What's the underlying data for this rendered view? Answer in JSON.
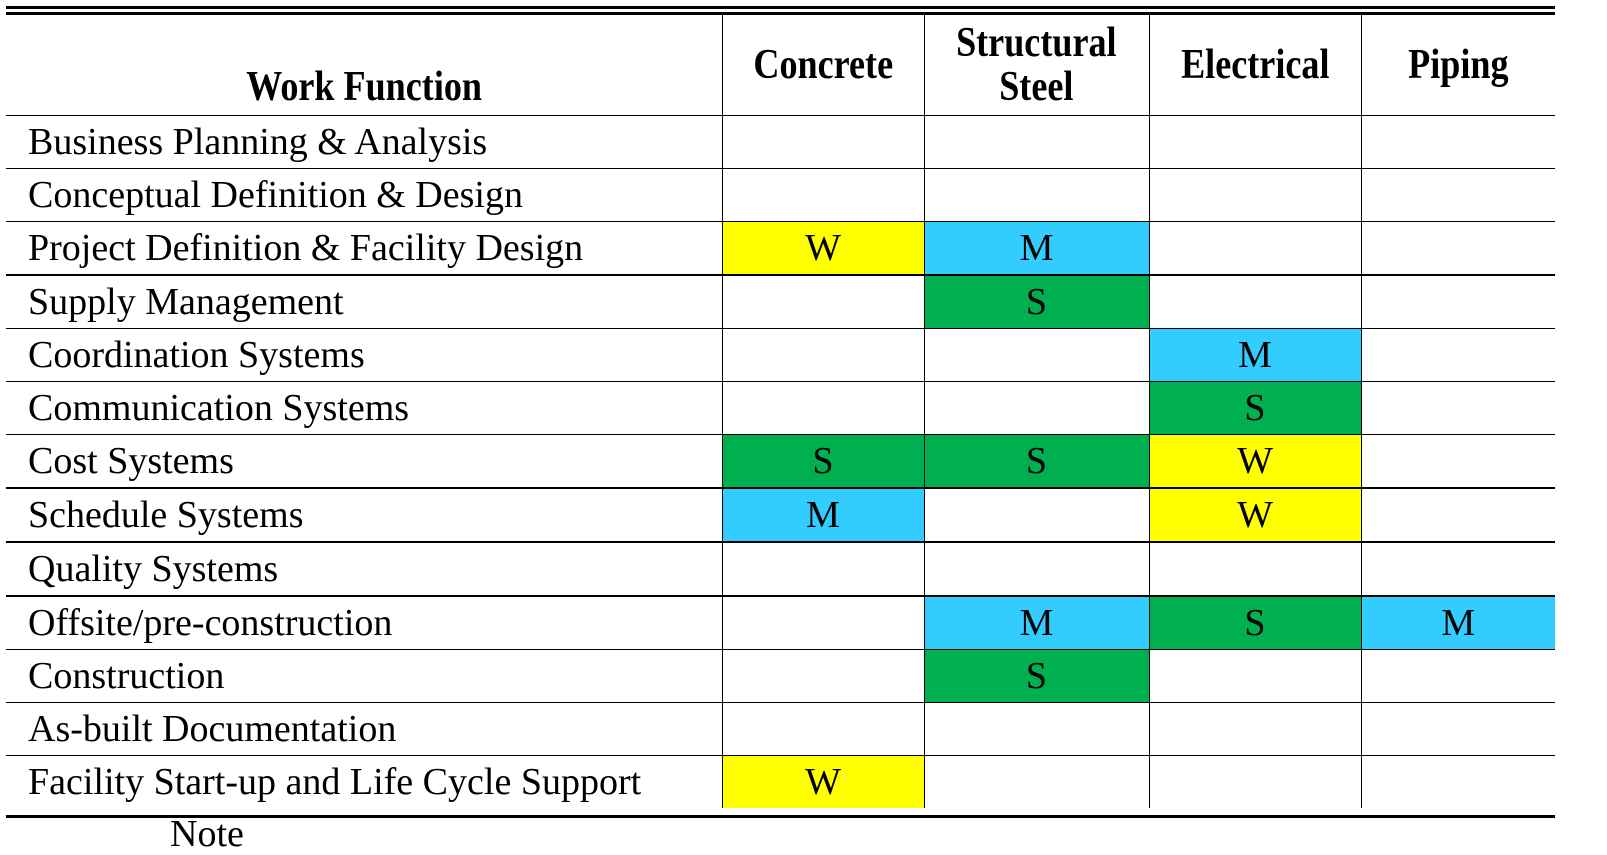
{
  "table": {
    "header": {
      "work_function": "Work Function",
      "concrete": "Concrete",
      "structural_steel_line1": "Structural",
      "structural_steel_line2": "Steel",
      "electrical": "Electrical",
      "piping": "Piping"
    },
    "rows": [
      {
        "label": "Business Planning & Analysis",
        "cells": [
          "",
          "",
          "",
          ""
        ]
      },
      {
        "label": "Conceptual Definition & Design",
        "cells": [
          "",
          "",
          "",
          ""
        ]
      },
      {
        "label": "Project Definition & Facility Design",
        "cells": [
          "W",
          "M",
          "",
          ""
        ]
      },
      {
        "label": "Supply Management",
        "cells": [
          "",
          "S",
          "",
          ""
        ]
      },
      {
        "label": "Coordination Systems",
        "cells": [
          "",
          "",
          "M",
          ""
        ]
      },
      {
        "label": "Communication Systems",
        "cells": [
          "",
          "",
          "S",
          ""
        ]
      },
      {
        "label": "Cost Systems",
        "cells": [
          "S",
          "S",
          "W",
          ""
        ]
      },
      {
        "label": "Schedule Systems",
        "cells": [
          "M",
          "",
          "W",
          ""
        ]
      },
      {
        "label": "Quality Systems",
        "cells": [
          "",
          "",
          "",
          ""
        ]
      },
      {
        "label": "Offsite/pre-construction",
        "cells": [
          "",
          "M",
          "S",
          "M"
        ]
      },
      {
        "label": "Construction",
        "cells": [
          "",
          "S",
          "",
          ""
        ]
      },
      {
        "label": "As-built Documentation",
        "cells": [
          "",
          "",
          "",
          ""
        ]
      },
      {
        "label": "Facility Start-up and Life Cycle Support",
        "cells": [
          "W",
          "",
          "",
          ""
        ]
      }
    ]
  },
  "colors": {
    "W": "#ffff00",
    "M": "#33ccff",
    "S": "#00b050"
  },
  "note": "Note"
}
